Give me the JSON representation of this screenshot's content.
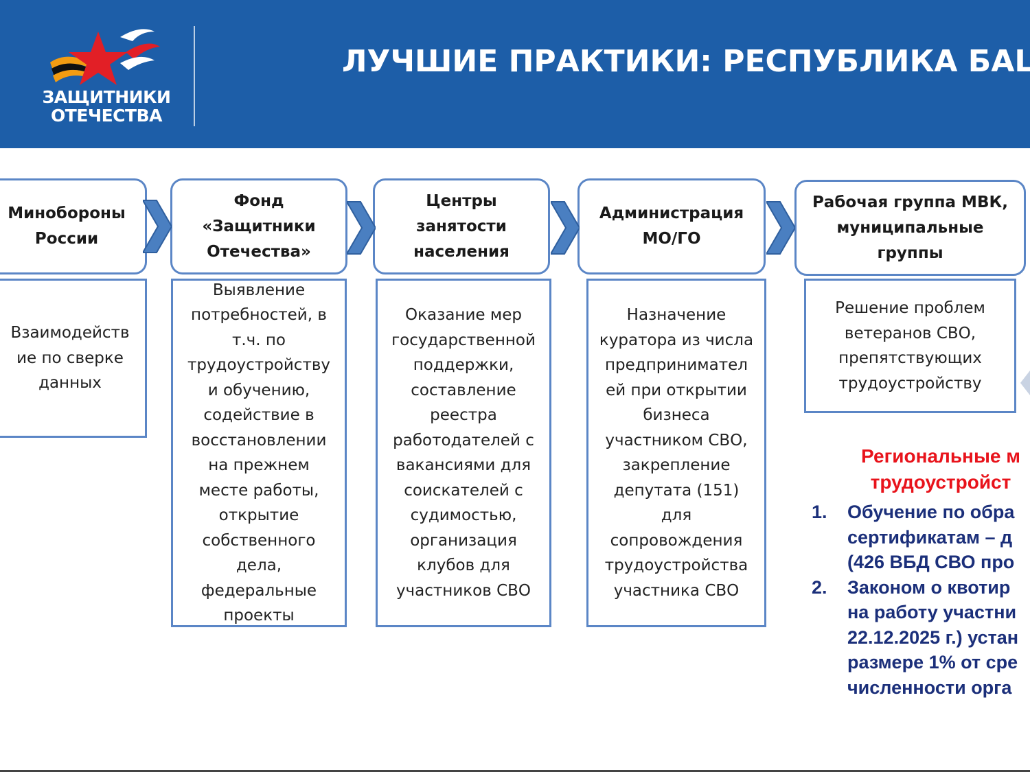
{
  "header": {
    "logo_line1": "ЗАЩИТНИКИ",
    "logo_line2": "ОТЕЧЕСТВА",
    "title": "ЛУЧШИЕ ПРАКТИКИ: РЕСПУБЛИКА БАШК"
  },
  "flow": {
    "steps": [
      {
        "title": "Минобороны\nРоссии",
        "description": "Взаимодейств\nие по сверке\nданных"
      },
      {
        "title": "Фонд\n«Защитники\nОтечества»",
        "description": "Выявление\nпотребностей, в\nт.ч. по\nтрудоустройству\nи обучению,\nсодействие в\nвосстановлении\nна прежнем\nместе работы,\nоткрытие\nсобственного\nдела,\nфедеральные\nпроекты"
      },
      {
        "title": "Центры\nзанятости\nнаселения",
        "description": "Оказание мер\nгосударственной\nподдержки,\nсоставление\nреестра\nработодателей с\nвакансиями для\nсоискателей с\nсудимостью,\nорганизация\nклубов для\nучастников СВО"
      },
      {
        "title": "Администрация\nМО/ГО",
        "description": "Назначение\nкуратора из числа\nпредпринимател\nей при открытии\nбизнеса\nучастником СВО,\nзакрепление\nдепутата (151)\nдля\nсопровождения\nтрудоустройства\nучастника СВО"
      },
      {
        "title": "Рабочая группа МВК,\nмуниципальные\nгруппы",
        "description": "Решение проблем\nветеранов СВО,\nпрепятствующих\nтрудоустройству"
      }
    ]
  },
  "regional": {
    "title": "Региональные м\nтрудоустройст",
    "items": [
      {
        "number": "1.",
        "text": "Обучение по обра\nсертификатам – д\n(426 ВБД СВО про"
      },
      {
        "number": "2.",
        "text": "Законом о квотир\nна работу участни\n22.12.2025 г.) устан\nразмере 1% от сре\nчисленности орга"
      }
    ]
  },
  "colors": {
    "header_bg": "#1d5ea8",
    "box_border": "#5b86c6",
    "chevron": "#4a7fc1",
    "regional_title": "#e8131b",
    "list_text": "#1b2f7a"
  }
}
